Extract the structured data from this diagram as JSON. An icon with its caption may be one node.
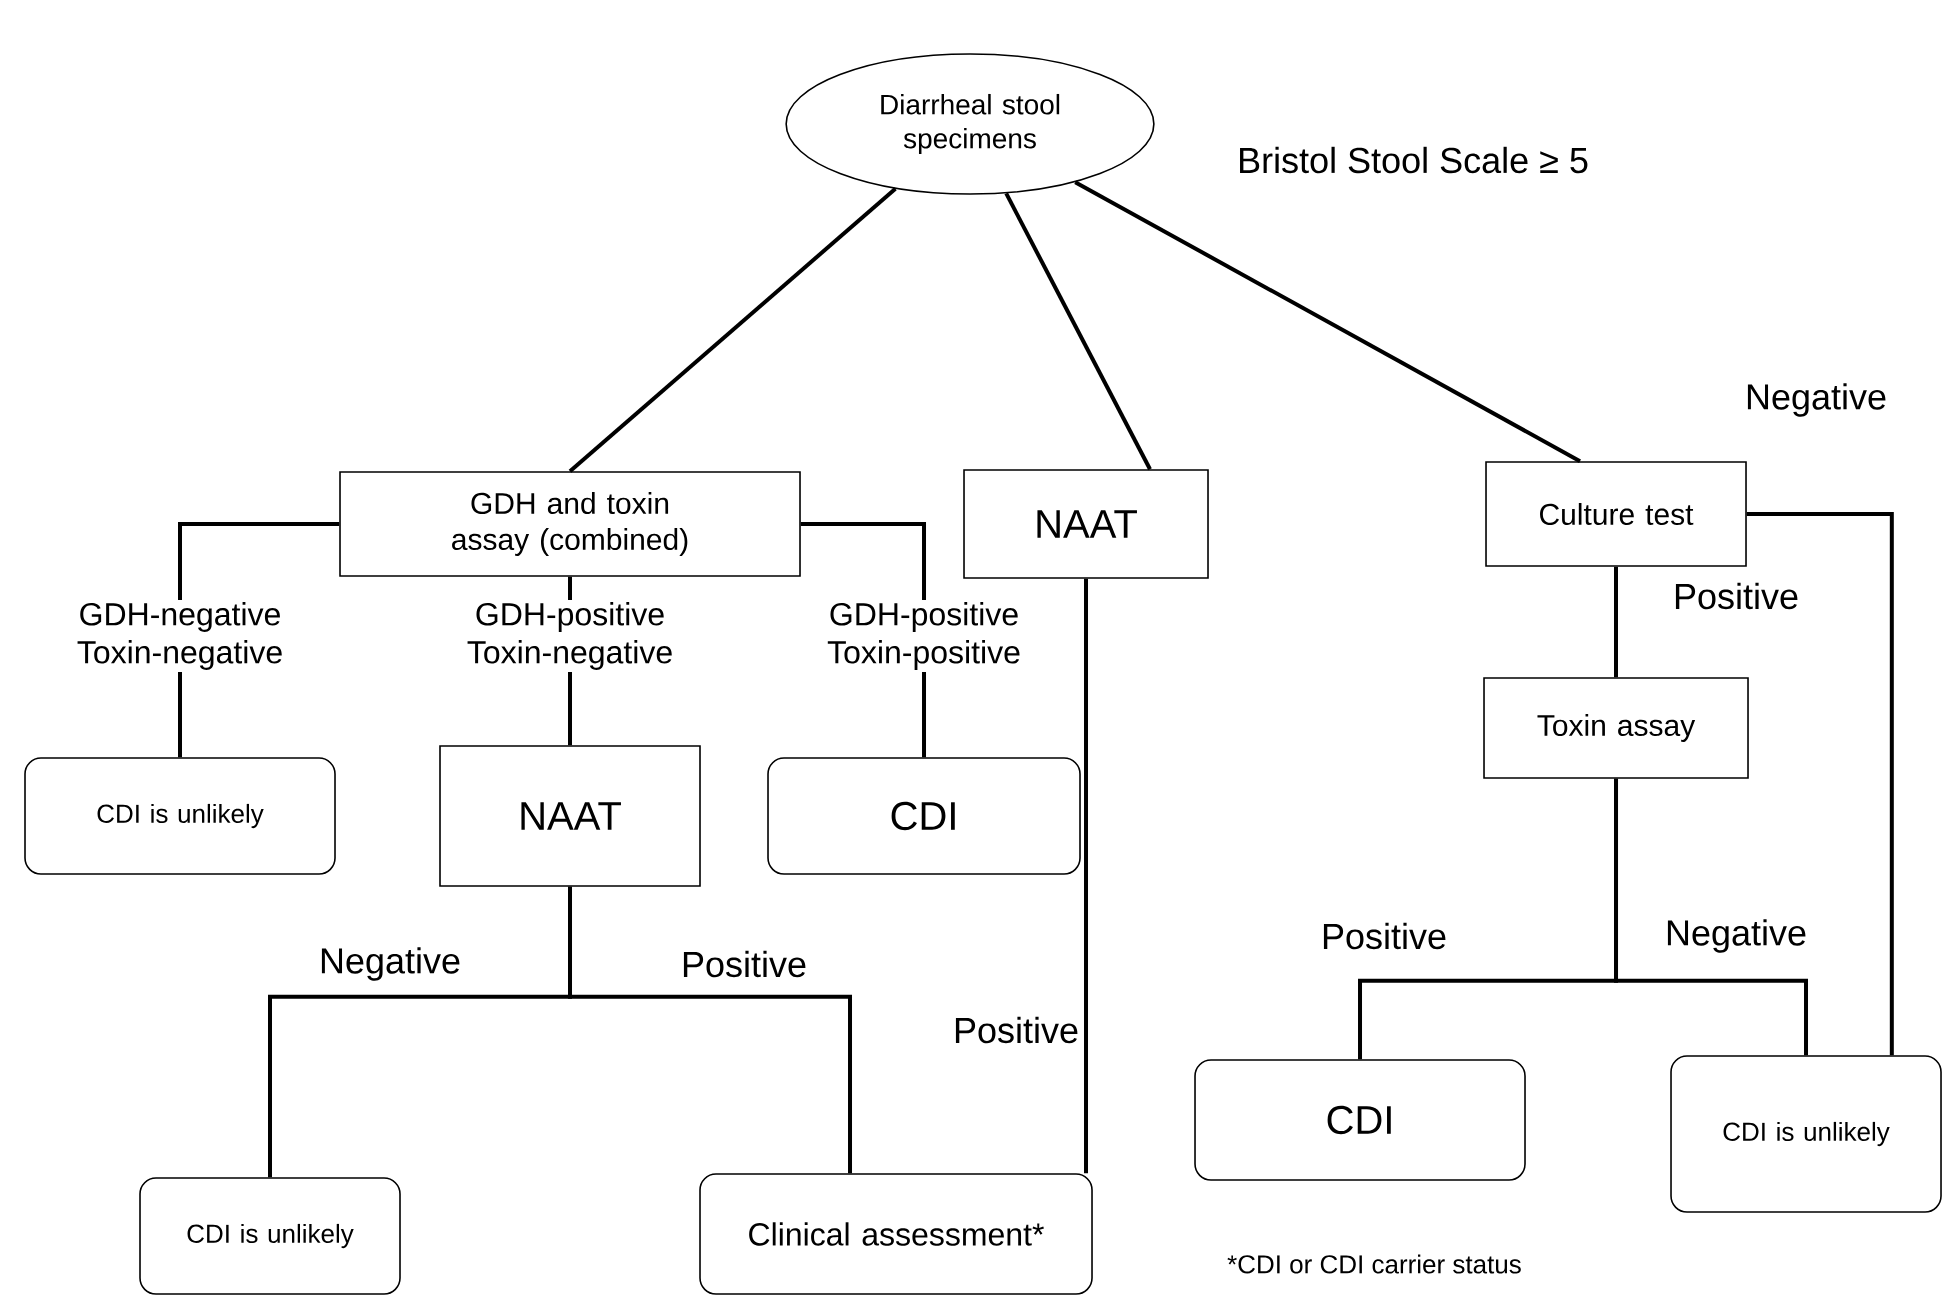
{
  "diagram": {
    "nodes": [
      {
        "text": [
          "Diarrheal stool specimens"
        ],
        "beside": [
          "Bristol Stool Scale ≥ 5"
        ]
      },
      {
        "text": [
          "GDH and toxin assay (combined)"
        ]
      },
      {
        "text": [
          "NAAT"
        ]
      },
      {
        "text": [
          "Culture test"
        ]
      },
      {
        "text": [
          "CDI is unlikely"
        ]
      },
      {
        "text": [
          "NAAT"
        ]
      },
      {
        "text": [
          "CDI"
        ]
      },
      {
        "text": [
          "Toxin assay"
        ]
      },
      {
        "text": [
          "CDI"
        ]
      },
      {
        "text": [
          "CDI is unlikely"
        ]
      },
      {
        "text": [
          "CDI is unlikely"
        ]
      },
      {
        "text": [
          "Clinical assessment*"
        ]
      }
    ],
    "edges": [
      {
        "from": 0,
        "to": 1,
        "arrow": "none"
      },
      {
        "from": 0,
        "to": 2,
        "arrow": "none"
      },
      {
        "from": 0,
        "to": 3,
        "arrow": "none"
      },
      {
        "from": 1,
        "to": 4,
        "arrow": "none",
        "label": "GDH-negative Toxin-negative"
      },
      {
        "from": 1,
        "to": 5,
        "arrow": "none",
        "label": "GDH-positive Toxin-negative"
      },
      {
        "from": 1,
        "to": 6,
        "arrow": "none",
        "label": "GDH-positive Toxin-positive"
      },
      {
        "from": 5,
        "to": 10,
        "arrow": "none",
        "label": "Negative"
      },
      {
        "from": 5,
        "to": 11,
        "arrow": "none",
        "label": "Positive"
      },
      {
        "from": 2,
        "to": 11,
        "arrow": "none",
        "label": "Positive"
      },
      {
        "from": 3,
        "to": 7,
        "arrow": "none",
        "label": "Positive"
      },
      {
        "from": 3,
        "to": 9,
        "arrow": "none",
        "label": "Negative"
      },
      {
        "from": 7,
        "to": 8,
        "arrow": "none",
        "label": "Positive"
      },
      {
        "from": 7,
        "to": 9,
        "arrow": "none",
        "label": "Negative"
      }
    ],
    "labels": [
      "*CDI or CDI carrier status"
    ]
  }
}
